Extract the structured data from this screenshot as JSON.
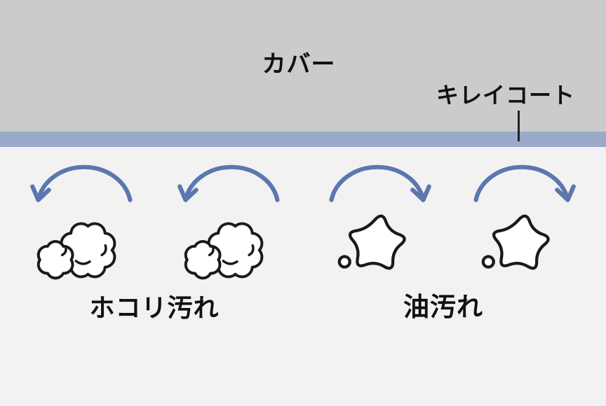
{
  "labels": {
    "cover": "カバー",
    "coat": "キレイコート",
    "dust": "ホコリ汚れ",
    "oil": "油汚れ"
  },
  "colors": {
    "cover_band": "#cbcbcb",
    "coat_stripe": "#99aacb",
    "background": "#f2f2f2",
    "arrow_blue": "#5b77ae",
    "shape_outline": "#1a1a1a",
    "text": "#111111"
  },
  "icons": {
    "left_repel_arrows": 2,
    "right_repel_arrows": 2,
    "dust_clouds": 2,
    "oil_splats": 2
  }
}
